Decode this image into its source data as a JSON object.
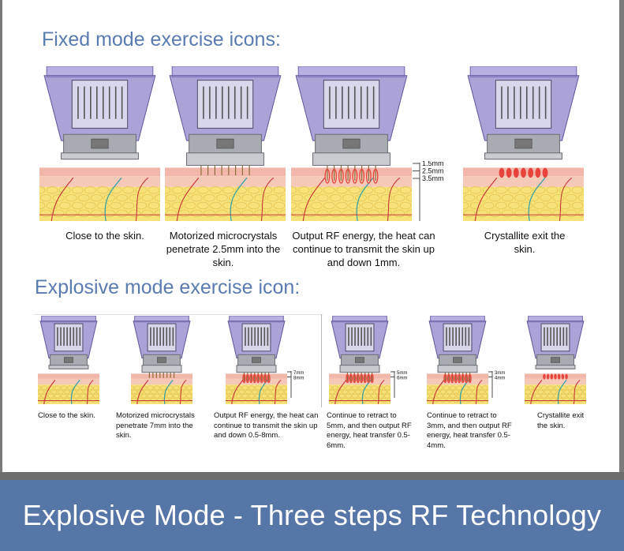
{
  "fixed_heading": "Fixed mode exercise icons:",
  "explosive_heading": "Explosive mode exercise icon:",
  "fixed_steps": [
    {
      "caption": "Close to the skin.",
      "stage": "close"
    },
    {
      "caption": "Motorized microcrystals penetrate 2.5mm into the skin.",
      "stage": "needles"
    },
    {
      "caption": "Output RF energy, the heat can continue to transmit the skin up and down 1mm.",
      "stage": "rf",
      "depths": [
        "1.5mm",
        "2.5mm",
        "3.5mm"
      ]
    },
    {
      "caption": "Crystallite exit the skin.",
      "stage": "exit"
    }
  ],
  "explosive_steps": [
    {
      "caption": "Close to the skin.",
      "stage": "close"
    },
    {
      "caption": "Motorized microcrystals penetrate 7mm into the skin.",
      "stage": "needles"
    },
    {
      "caption": "Output RF energy, the heat can continue to transmit the skin up and down 0.5-8mm.",
      "stage": "rf",
      "depths": [
        "7mm",
        "8mm"
      ]
    },
    {
      "caption": "Continue to retract to 5mm, and then output RF energy, heat transfer 0.5-6mm.",
      "stage": "rf",
      "depths": [
        "5mm",
        "6mm"
      ]
    },
    {
      "caption": "Continue to retract to 3mm, and then output RF energy, heat transfer 0.5-4mm.",
      "stage": "rf",
      "depths": [
        "3mm",
        "4mm"
      ]
    },
    {
      "caption": "Crystallite exit the skin.",
      "stage": "exit"
    }
  ],
  "footer_title": "Explosive Mode - Three steps RF Technology",
  "colors": {
    "heading": "#5a7bb0",
    "footer": "#5676a8",
    "device_purple": "#8f84c9",
    "skin_pink": "#f2b7aa",
    "fat_yellow": "#f7e27a",
    "rf_red": "#e8433a"
  }
}
